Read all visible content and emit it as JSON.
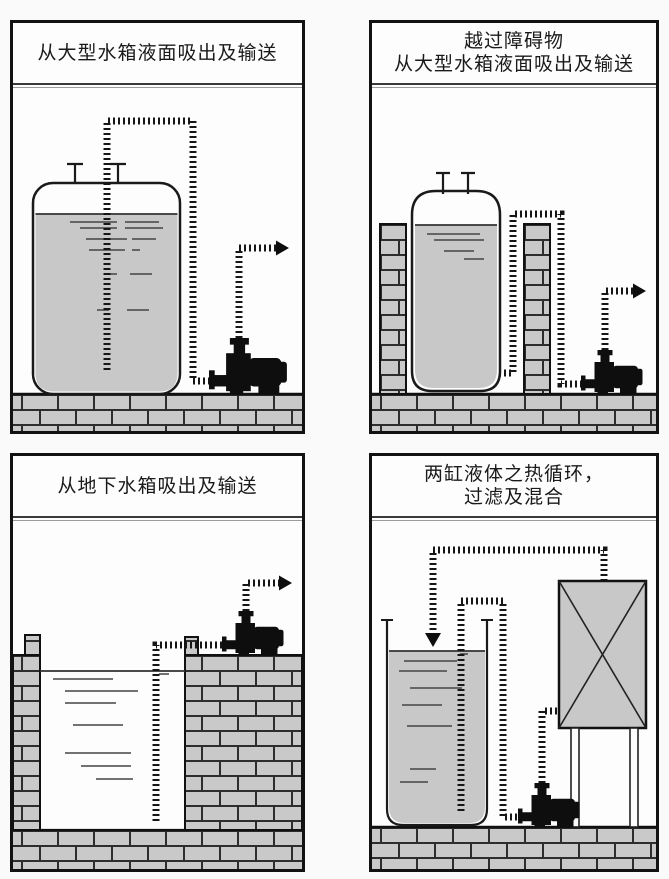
{
  "figure": {
    "kind": "pump-application-diagram",
    "panel_count": 4
  },
  "colors": {
    "page_background": "#fafafa",
    "panel_background": "#fdfdfd",
    "panel_border": "#121212",
    "line": "#1a1a1a",
    "pipe_dashed": "#161616",
    "brick_fill": "#c9c9c9",
    "mortar": "#2d2d2d",
    "liquid_fill": "#c8c8c8",
    "pump_silhouette": "#0e0e0e"
  },
  "panels": [
    {
      "name": "suction-from-large-tank-surface",
      "title_lines": [
        "从大型水箱液面吸出及输送"
      ],
      "scene": "closed tank with dip tube, dashed suction pipe over the top down to a pump on a brick floor, discharge arrow to the right"
    },
    {
      "name": "over-obstacle-suction",
      "title_lines": [
        "越过障碍物",
        "从大型水箱液面吸出及输送"
      ],
      "scene": "tall tank between brick columns, dashed pipe climbs over a brick obstacle to a pump on the floor, discharge arrow to the right"
    },
    {
      "name": "underground-tank-suction",
      "title_lines": [
        "从地下水箱吸出及输送"
      ],
      "scene": "brick-lined underground pit with water, dashed suction pipe rising to a pump standing on the brick ledge, discharge arrow to the right"
    },
    {
      "name": "two-tank-heat-circulation",
      "title_lines": [
        "两缸液体之热循环，",
        "过滤及混合"
      ],
      "scene": "open tank and crossed heat-exchanger box on a stand, closed dashed circulation loop through a floor pump with a down arrow returning into the tank"
    }
  ]
}
